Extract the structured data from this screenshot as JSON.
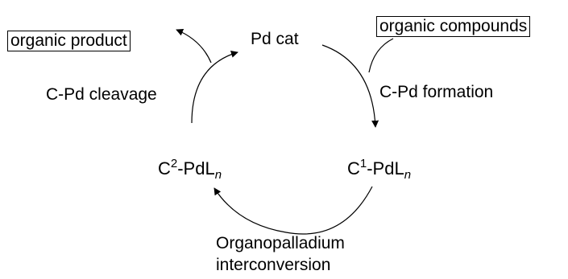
{
  "diagram": {
    "catalyst": "Pd cat",
    "input_box": "organic compounds",
    "output_box": "organic product",
    "step_formation": "C-Pd formation",
    "step_cleavage": "C-Pd cleavage",
    "step_interconversion_line1": "Organopalladium",
    "step_interconversion_line2": "interconversion",
    "species1": {
      "prefix": "C",
      "sup": "1",
      "mid": "-PdL",
      "sub": "n"
    },
    "species2": {
      "prefix": "C",
      "sup": "2",
      "mid": "-PdL",
      "sub": "n"
    }
  }
}
